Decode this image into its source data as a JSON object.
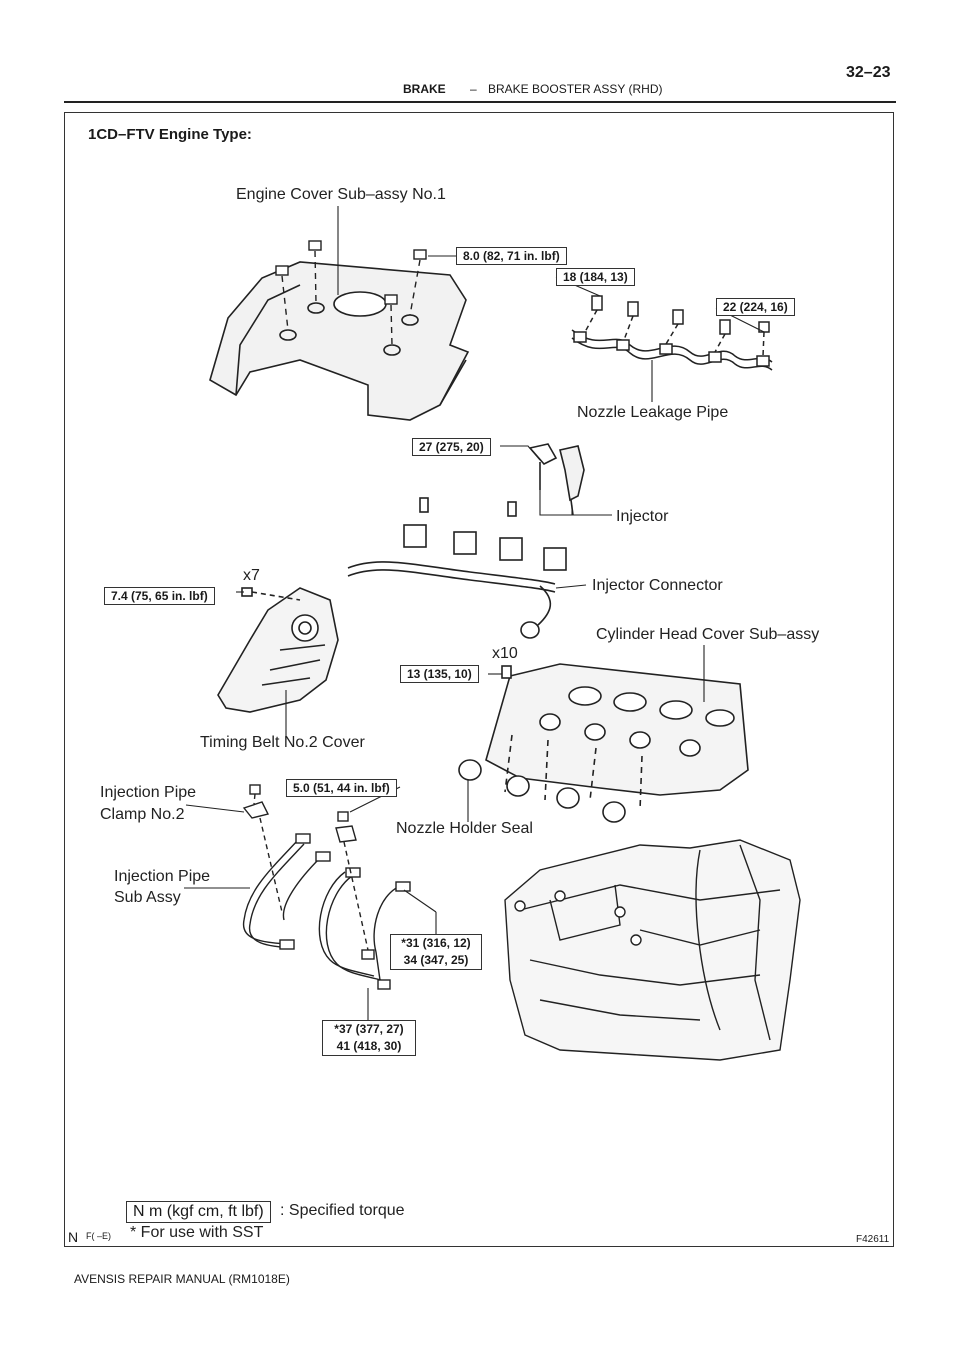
{
  "header": {
    "section": "BRAKE",
    "dash": "–",
    "subsection": "BRAKE BOOSTER ASSY (RHD)",
    "page_number": "32–23"
  },
  "figure": {
    "heading": "1CD–FTV Engine Type:",
    "figure_id": "F42611",
    "corner_mark": "N",
    "corner_small": "F( –E)",
    "labels": {
      "engine_cover": "Engine Cover Sub–assy No.1",
      "nozzle_leakage_pipe": "Nozzle Leakage Pipe",
      "injector": "Injector",
      "injector_connector": "Injector Connector",
      "cylinder_head_cover": "Cylinder Head Cover Sub–assy",
      "timing_belt_cover": "Timing Belt No.2 Cover",
      "injection_pipe_clamp_l1": "Injection Pipe",
      "injection_pipe_clamp_l2": "Clamp No.2",
      "nozzle_holder_seal": "Nozzle Holder Seal",
      "injection_pipe_sub_l1": "Injection Pipe",
      "injection_pipe_sub_l2": "Sub Assy",
      "x7": "x7",
      "x10": "x10"
    },
    "torques": {
      "cover_nut": "8.0 (82, 71 in. lbf)",
      "leak_pipe_bolt": "18 (184, 13)",
      "leak_pipe_union": "22 (224, 16)",
      "injector_clamp": "27 (275, 20)",
      "timing_cover_bolt": "7.4 (75, 65 in. lbf)",
      "head_cover_bolt": "13 (135, 10)",
      "pipe_clamp_bolt": "5.0 (51, 44 in. lbf)",
      "pipe_nut_a1": "*31 (316, 12)",
      "pipe_nut_a2": "34 (347, 25)",
      "pipe_nut_b1": "*37 (377, 27)",
      "pipe_nut_b2": "41 (418, 30)"
    },
    "legend": {
      "box_text": "N m (kgf cm, ft lbf)",
      "box_desc": ": Specified torque",
      "sst_note": "* For use with SST"
    }
  },
  "footer": {
    "manual": "AVENSIS REPAIR MANUAL   (RM1018E)"
  }
}
